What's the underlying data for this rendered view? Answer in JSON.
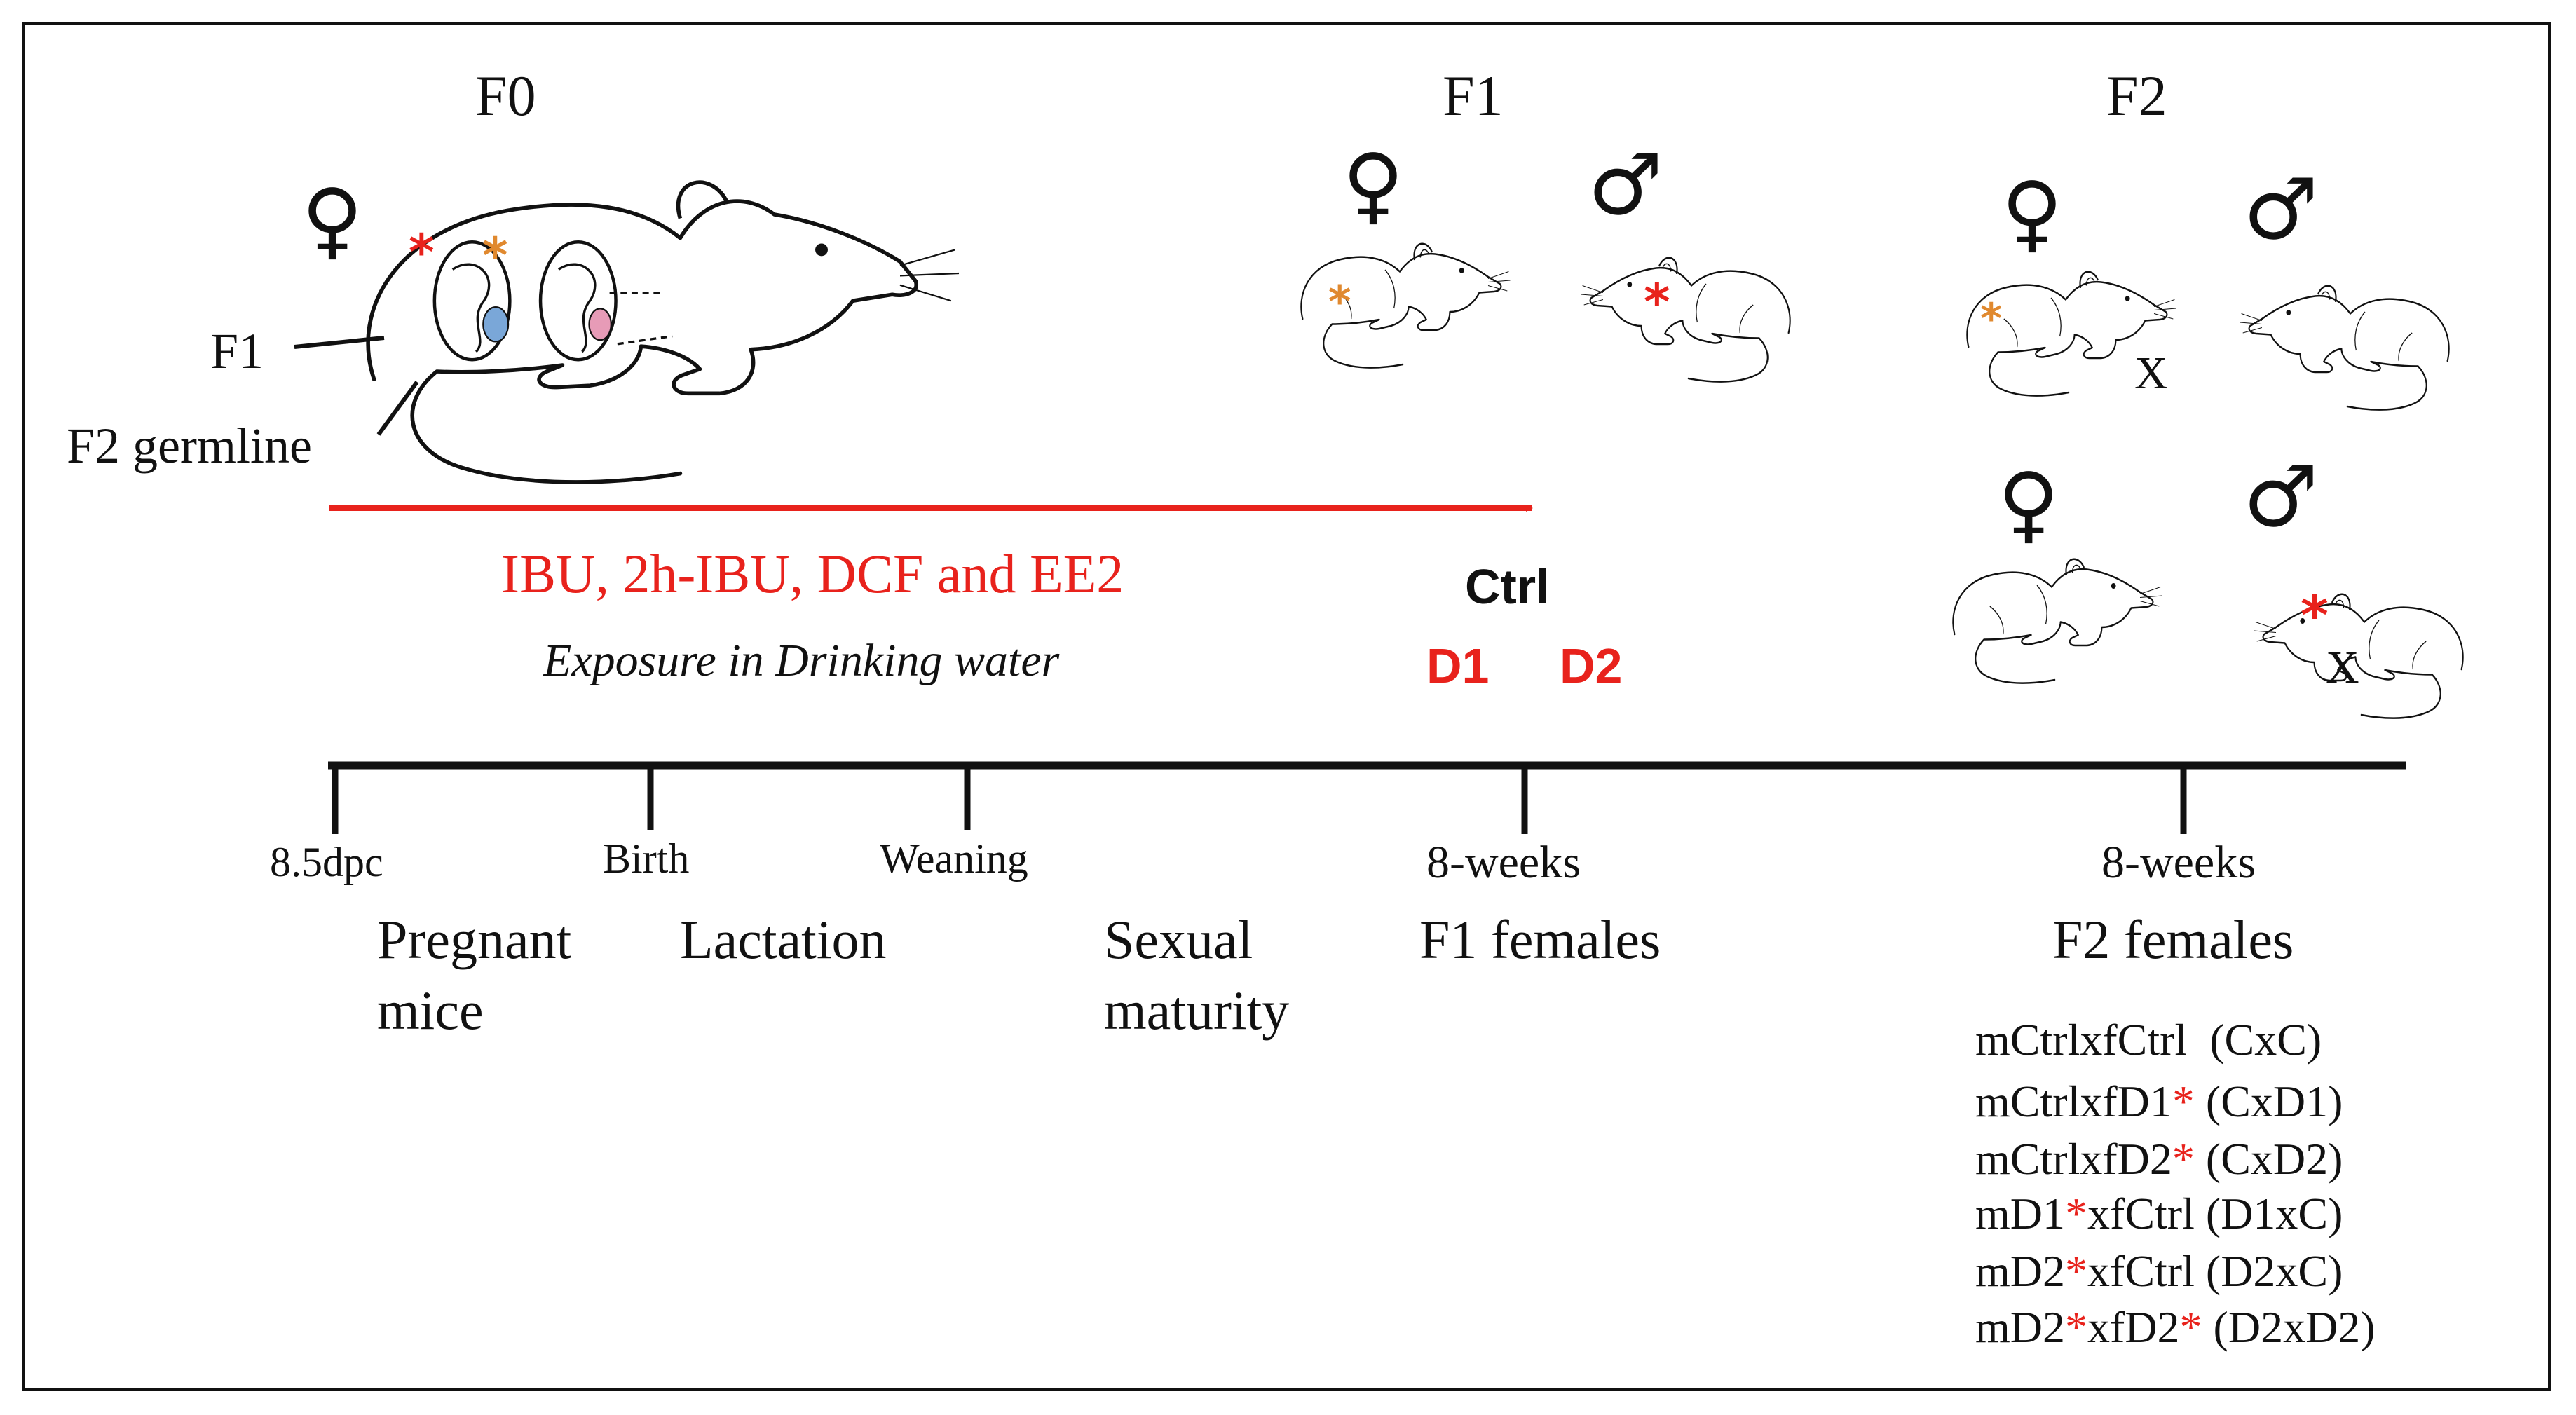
{
  "generations": {
    "f0": "F0",
    "f1": "F1",
    "f2": "F2"
  },
  "symbols": {
    "female": "♀",
    "male": "♂",
    "asterisk": "*",
    "cross": "X"
  },
  "f0_labels": {
    "f1": "F1",
    "f2_germline": "F2 germline"
  },
  "exposure": {
    "compounds": "IBU, 2h-IBU, DCF and EE2",
    "route": "Exposure in Drinking water"
  },
  "groups": {
    "ctrl": "Ctrl",
    "d1": "D1",
    "d2": "D2"
  },
  "timeline": {
    "ticks": [
      "8.5dpc",
      "Birth",
      "Weaning",
      "8-weeks",
      "8-weeks"
    ],
    "phases": {
      "pregnant": [
        "Pregnant",
        "mice"
      ],
      "lactation": "Lactation",
      "sexual_maturity": [
        "Sexual",
        "maturity"
      ],
      "f1_females": "F1 females",
      "f2_females": "F2 females"
    }
  },
  "crosses": [
    {
      "pre": "mCtrlxfCtrl",
      "mark1": "",
      "mid": "",
      "mark2": "",
      "code": "  (CxC)"
    },
    {
      "pre": "mCtrlxfD1",
      "mark1": "*",
      "mid": "",
      "mark2": "",
      "code": " (CxD1)"
    },
    {
      "pre": "mCtrlxfD2",
      "mark1": "*",
      "mid": "",
      "mark2": "",
      "code": " (CxD2)"
    },
    {
      "pre": "mD1",
      "mark1": "*",
      "mid": "xfCtrl",
      "mark2": "",
      "code": " (D1xC)"
    },
    {
      "pre": "mD2",
      "mark1": "*",
      "mid": "xfCtrl",
      "mark2": "",
      "code": " (D2xC)"
    },
    {
      "pre": "mD2",
      "mark1": "*",
      "mid": "xfD2",
      "mark2": "*",
      "code": " (D2xD2)"
    }
  ],
  "colors": {
    "exposure_red": "#e8221c",
    "female_marker": "#e0892f",
    "male_marker": "#e8221c",
    "f1_embryo": "#7aa7d8",
    "f2_embryo": "#e79bb7"
  }
}
